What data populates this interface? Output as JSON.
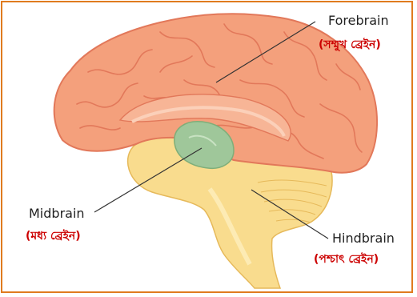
{
  "labels": {
    "forebrain": {
      "name": "Forebrain",
      "translation": "(সম্মুখ ব্ৰেইন)"
    },
    "midbrain": {
      "name": "Midbrain",
      "translation": "(মধ্য ব্ৰেইন)"
    },
    "hindbrain": {
      "name": "Hindbrain",
      "translation": "(পশ্চাৎ ব্ৰেইন)"
    }
  },
  "colors": {
    "frame": "#e07b1f",
    "cerebrum": "#f4a07c",
    "cerebrum_outline": "#e2785a",
    "midbrain": "#9fc79a",
    "hindbrain": "#f9dc8e",
    "translation_text": "#cc0000"
  }
}
